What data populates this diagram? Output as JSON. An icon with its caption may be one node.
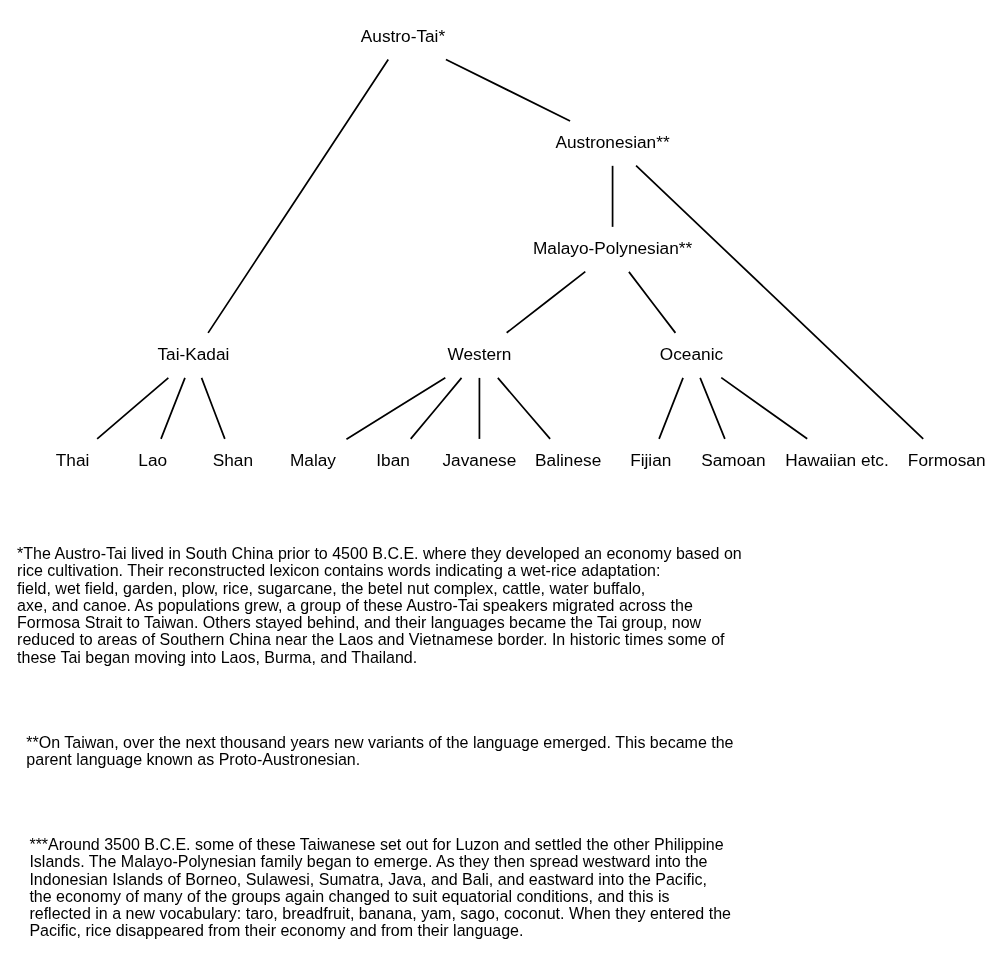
{
  "diagram": {
    "nodes": [
      {
        "text": [
          "Austro-Tai*"
        ]
      },
      {
        "text": [
          "Tai-Kadai"
        ]
      },
      {
        "text": [
          "Austronesian**"
        ]
      },
      {
        "text": [
          "Malayo-Polynesian**"
        ]
      },
      {
        "text": [
          "Western"
        ]
      },
      {
        "text": [
          "Oceanic"
        ]
      },
      {
        "text": [
          "Thai"
        ]
      },
      {
        "text": [
          "Lao"
        ]
      },
      {
        "text": [
          "Shan"
        ]
      },
      {
        "text": [
          "Formosan"
        ]
      },
      {
        "text": [
          "Malay"
        ]
      },
      {
        "text": [
          "Iban"
        ]
      },
      {
        "text": [
          "Javanese"
        ]
      },
      {
        "text": [
          "Balinese"
        ]
      },
      {
        "text": [
          "Fijian"
        ]
      },
      {
        "text": [
          "Samoan"
        ]
      },
      {
        "text": [
          "Hawaiian etc."
        ]
      }
    ],
    "edges": [
      {
        "from": 0,
        "to": 1,
        "arrow": "none"
      },
      {
        "from": 0,
        "to": 2,
        "arrow": "none"
      },
      {
        "from": 1,
        "to": 6,
        "arrow": "none"
      },
      {
        "from": 1,
        "to": 7,
        "arrow": "none"
      },
      {
        "from": 1,
        "to": 8,
        "arrow": "none"
      },
      {
        "from": 2,
        "to": 9,
        "arrow": "none"
      },
      {
        "from": 2,
        "to": 3,
        "arrow": "none"
      },
      {
        "from": 3,
        "to": 4,
        "arrow": "none"
      },
      {
        "from": 3,
        "to": 5,
        "arrow": "none"
      },
      {
        "from": 4,
        "to": 10,
        "arrow": "none"
      },
      {
        "from": 4,
        "to": 11,
        "arrow": "none"
      },
      {
        "from": 4,
        "to": 12,
        "arrow": "none"
      },
      {
        "from": 4,
        "to": 13,
        "arrow": "none"
      },
      {
        "from": 5,
        "to": 14,
        "arrow": "none"
      },
      {
        "from": 5,
        "to": 15,
        "arrow": "none"
      },
      {
        "from": 5,
        "to": 16,
        "arrow": "none"
      }
    ],
    "labels": [
      "*The Austro-Tai lived in South China prior to 4500 B.C.E. where they developed an economy based on rice cultivation. Their reconstructed lexicon contains words indicating a wet-rice adaptation: field, wet field, garden, plow, rice, sugarcane, the betel nut complex, cattle, water buffalo, axe, and canoe. As populations grew, a group of these Austro-Tai speakers migrated across the Formosa Strait to Taiwan. Others stayed behind, and their languages became the Tai group, now reduced to areas of Southern China near the Laos and Vietnamese border. In historic times some of these Tai began moving into Laos, Burma, and Thailand.",
      "**On Taiwan, over the next thousand years new variants of the language emerged. This became the parent language known as Proto-Austronesian.",
      "***Around 3500 B.C.E. some of these Taiwanese set out for Luzon and settled the other Philippine Islands. The Malayo-Polynesian family began to emerge. As they then spread westward into the Indonesian Islands of Borneo, Sulawesi, Sumatra, Java, and Bali, and eastward into the Pacific, the economy of many of the groups again changed to suit equatorial conditions, and this is reflected in a new vocabulary: taro, breadfruit, banana, yam, sago, coconut. When they entered the Pacific, rice disappeared from their economy and from their language."
    ]
  }
}
